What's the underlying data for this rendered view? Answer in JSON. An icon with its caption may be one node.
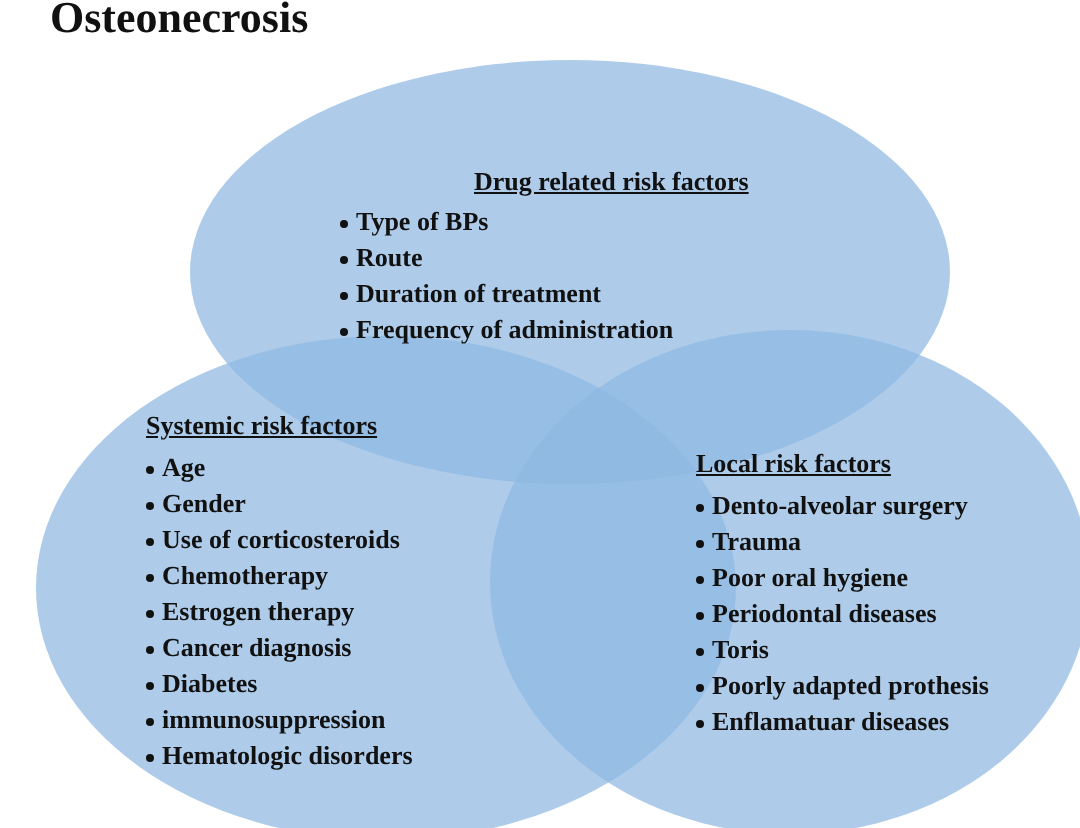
{
  "diagram": {
    "title": "Osteonecrosis",
    "nodes": [
      {
        "text": [
          "Drug related risk factors",
          "Type of BPs",
          "Route",
          "Duration of treatment",
          "Frequency of administration"
        ]
      },
      {
        "text": [
          "Systemic risk factors",
          "Age",
          "Gender",
          "Use of corticosteroids",
          "Chemotherapy",
          "Estrogen therapy",
          "Cancer diagnosis",
          "Diabetes",
          "immunosuppression",
          "Hematologic disorders"
        ]
      },
      {
        "text": [
          "Local risk factors",
          "Dento-alveolar surgery",
          "Trauma",
          "Poor oral hygiene",
          "Periodontal diseases",
          "Toris",
          "Poorly adapted prothesis",
          "Enflamatuar diseases"
        ]
      }
    ]
  }
}
